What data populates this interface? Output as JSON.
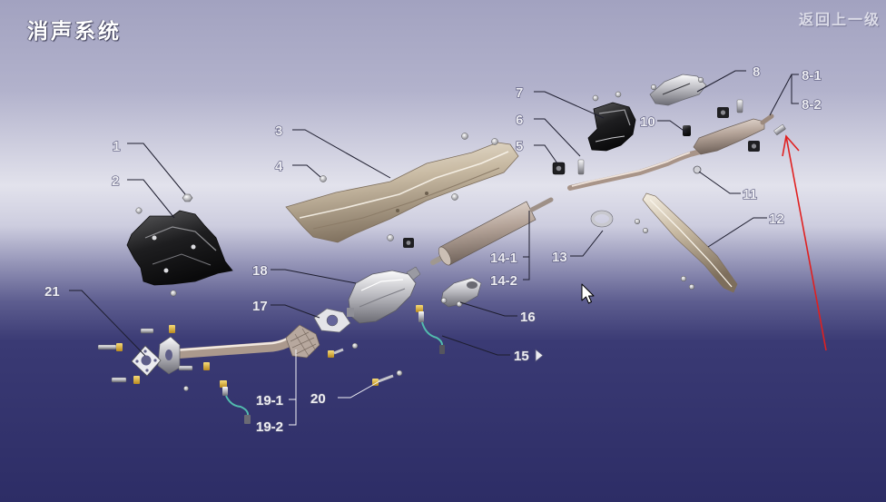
{
  "app": {
    "title": "消声系统",
    "back_label": "返回上一级"
  },
  "callouts": [
    {
      "label": "1"
    },
    {
      "label": "2"
    },
    {
      "label": "3"
    },
    {
      "label": "4"
    },
    {
      "label": "5"
    },
    {
      "label": "6"
    },
    {
      "label": "7"
    },
    {
      "label": "8"
    },
    {
      "label": "8-1"
    },
    {
      "label": "8-2"
    },
    {
      "label": "10"
    },
    {
      "label": "11"
    },
    {
      "label": "12"
    },
    {
      "label": "13"
    },
    {
      "label": "14-1"
    },
    {
      "label": "14-2"
    },
    {
      "label": "15"
    },
    {
      "label": "16"
    },
    {
      "label": "17"
    },
    {
      "label": "18"
    },
    {
      "label": "19-1"
    },
    {
      "label": "19-2"
    },
    {
      "label": "20"
    },
    {
      "label": "21"
    }
  ],
  "icons": {
    "callout_15_expand": "play-arrow-icon",
    "pointer": "mouse-pointer-icon",
    "annotation": "red-arrow-icon"
  },
  "colors": {
    "background_top": "#a2a2c0",
    "background_light": "#e2e2ec",
    "background_bottom": "#2d2d66",
    "annotation_red": "#e02020",
    "label_text": "#ececf2",
    "sensor_wire": "#52bcae"
  }
}
